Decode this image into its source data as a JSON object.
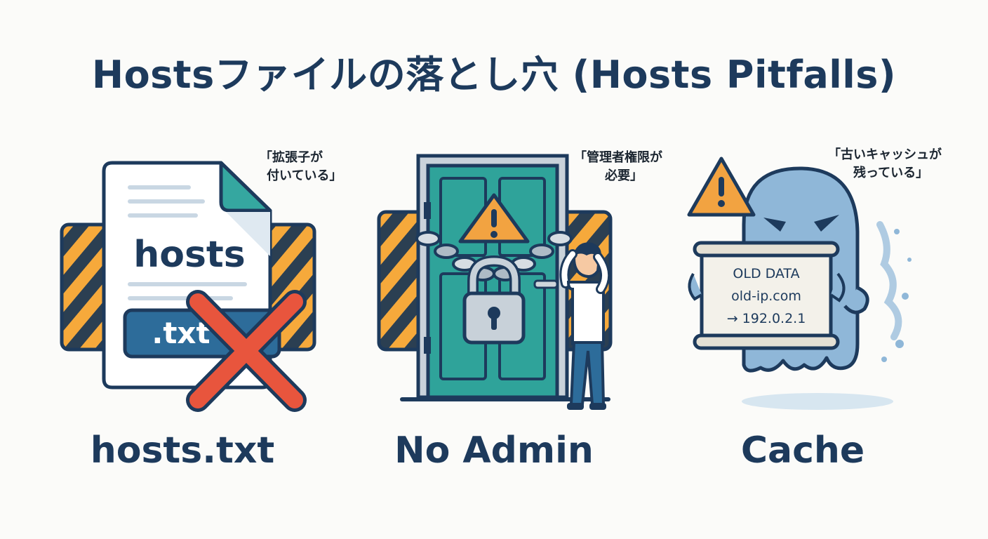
{
  "title": "Hostsファイルの落とし穴 (Hosts Pitfalls)",
  "colors": {
    "navy": "#1d3a5c",
    "teal": "#2fa39a",
    "stripe_orange": "#f6a93b",
    "stripe_dark": "#2b3f52",
    "warning": "#f2a341",
    "cross_red": "#e8553d",
    "ghost_blue": "#8fb7d8",
    "file_blue": "#2d6c9a"
  },
  "panels": [
    {
      "caption": "hosts.txt",
      "note_line1": "「拡張子が",
      "note_line2": "付いている」",
      "file_label": "hosts",
      "ext_label": ".txt",
      "icons": [
        "file-icon",
        "cross-icon",
        "hazard-stripes-icon"
      ]
    },
    {
      "caption": "No Admin",
      "note_line1": "「管理者権限が",
      "note_line2": "必要」",
      "icons": [
        "locked-door-icon",
        "padlock-icon",
        "warning-icon",
        "confused-person-icon"
      ]
    },
    {
      "caption": "Cache",
      "note_line1": "「古いキャッシュが",
      "note_line2": "残っている」",
      "scroll_line1": "OLD DATA",
      "scroll_line2": "old-ip.com",
      "scroll_line3": "→ 192.0.2.1",
      "icons": [
        "ghost-icon",
        "scroll-icon",
        "warning-icon"
      ]
    }
  ]
}
